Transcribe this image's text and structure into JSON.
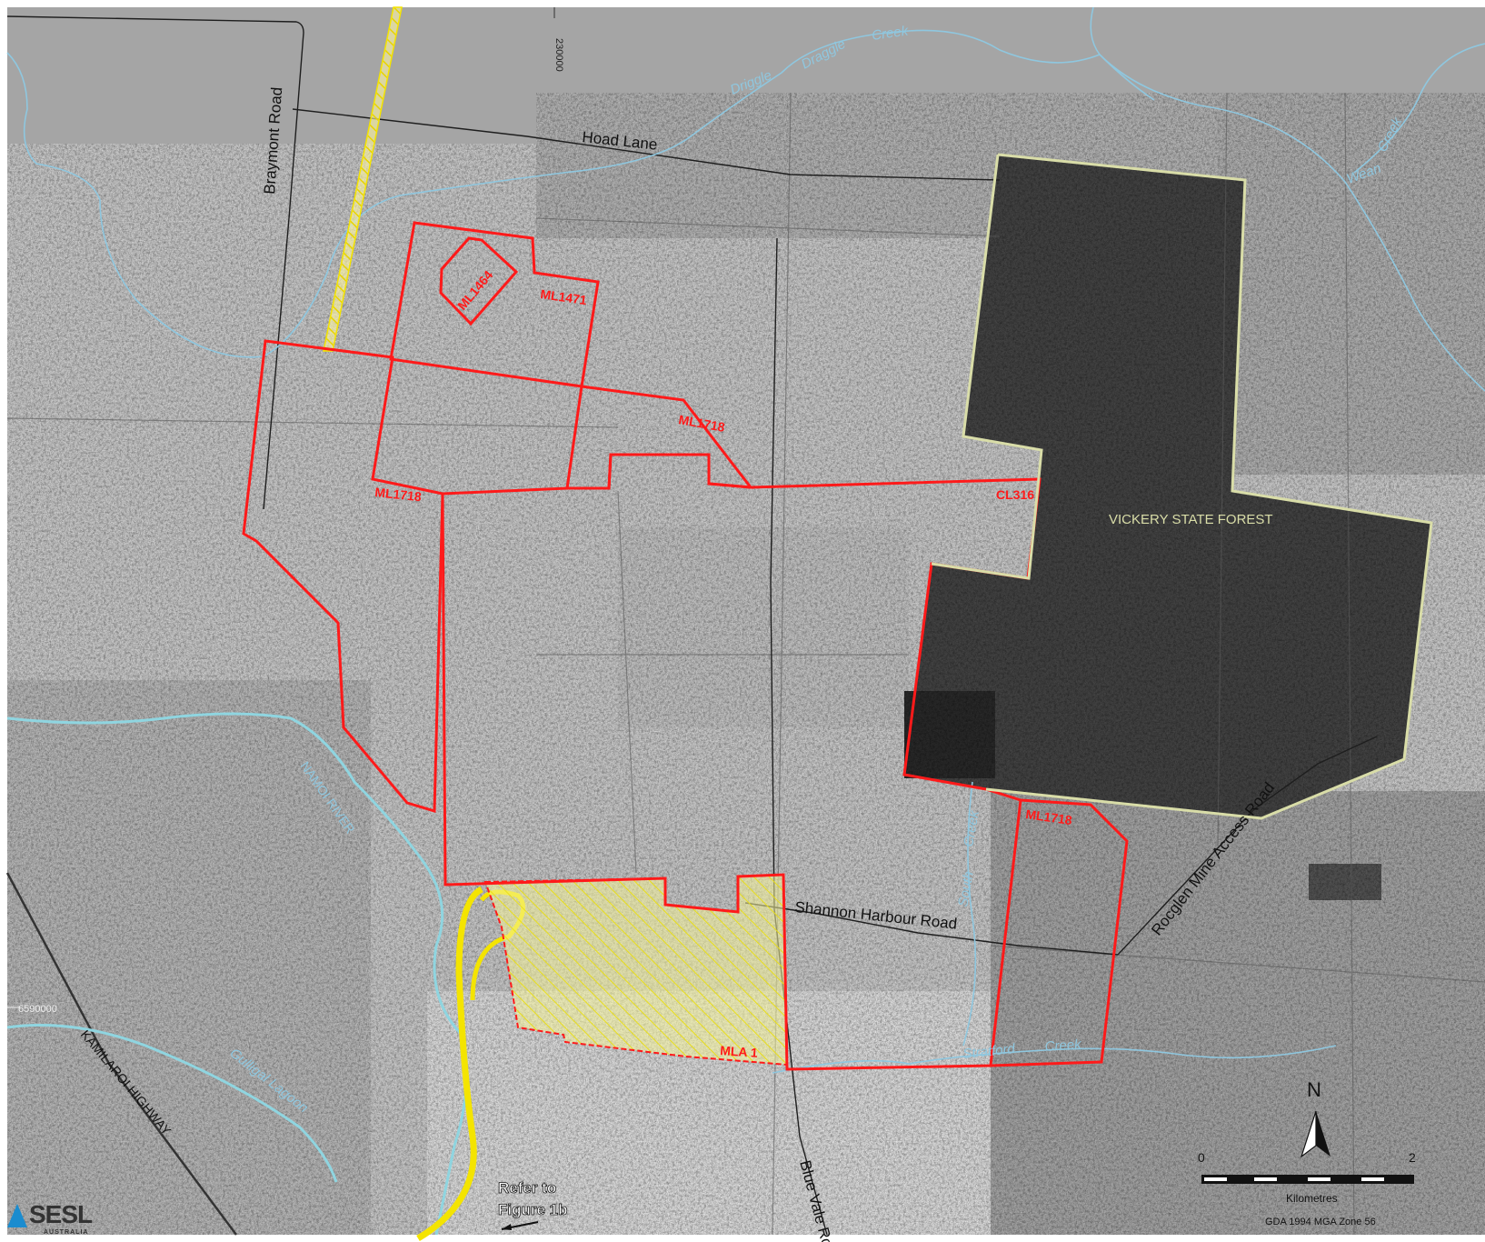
{
  "map": {
    "easting_tick": "230000",
    "northing_tick": "6590000"
  },
  "roads": {
    "braymont": "Braymont Road",
    "hoad": "Hoad Lane",
    "shannon": "Shannon Harbour Road",
    "rocglen": "Rocglen Mine Access Road",
    "bluevale": "Blue Vale Road",
    "kamilaroi": "KAMILAROI HIGHWAY"
  },
  "water": {
    "driggle1": "Driggle",
    "driggle2": "Draggle",
    "creek_top": "Creek",
    "wean": "Wean",
    "wean_creek": "Creek",
    "namoi": "NAMOI RIVER",
    "gulligal": "Gulligal Lagoon",
    "south_creek_a": "South",
    "south_creek_b": "Creek",
    "stratford": "Stratford",
    "stratford_creek": "Creek"
  },
  "tenements": {
    "ml1464": "ML1464",
    "ml1471": "ML1471",
    "ml1718_a": "ML1718",
    "ml1718_b": "ML1718",
    "ml1718_c": "ML1718",
    "cl316": "CL316",
    "mla1": "MLA 1"
  },
  "forest": {
    "vickery": "VICKERY STATE FOREST"
  },
  "refer": {
    "line1": "Refer to",
    "line2": "Figure 1b"
  },
  "scale": {
    "zero": "0",
    "two": "2",
    "units": "Kilometres",
    "datum": "GDA 1994 MGA Zone 56"
  },
  "north": {
    "label": "N"
  },
  "logo": {
    "word": "SESL",
    "sub": "AUSTRALIA"
  },
  "colors": {
    "tenement": "#ff1a1a",
    "mla_fill": "#f5f08a",
    "forest_boundary": "#d9dda8",
    "water": "#8fc7df",
    "corridor": "#f4e400"
  }
}
